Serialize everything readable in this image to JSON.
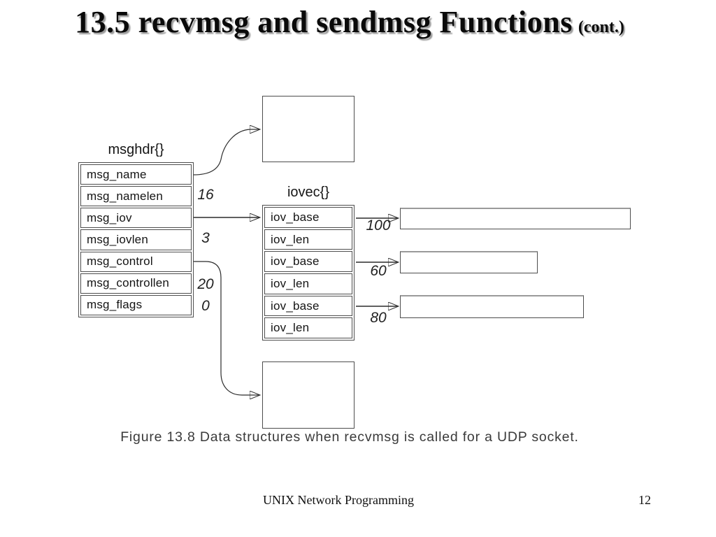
{
  "slide": {
    "title": {
      "main": "13.5 recvmsg and sendmsg Functions",
      "suffix": "(cont.)"
    },
    "caption": "Figure 13.8 Data structures when recvmsg is called for a UDP socket.",
    "footer": {
      "book": "UNIX Network Programming",
      "page": "12"
    }
  },
  "diagram": {
    "msghdr": {
      "title": "msghdr{}",
      "rows": [
        "msg_name",
        "msg_namelen",
        "msg_iov",
        "msg_iovlen",
        "msg_control",
        "msg_controllen",
        "msg_flags"
      ],
      "values": [
        "16",
        "3",
        "20",
        "0"
      ]
    },
    "iovec": {
      "title": "iovec{}",
      "rows": [
        "iov_base",
        "iov_len",
        "iov_base",
        "iov_len",
        "iov_base",
        "iov_len"
      ],
      "buffer_lengths": [
        "100",
        "60",
        "80"
      ]
    }
  }
}
